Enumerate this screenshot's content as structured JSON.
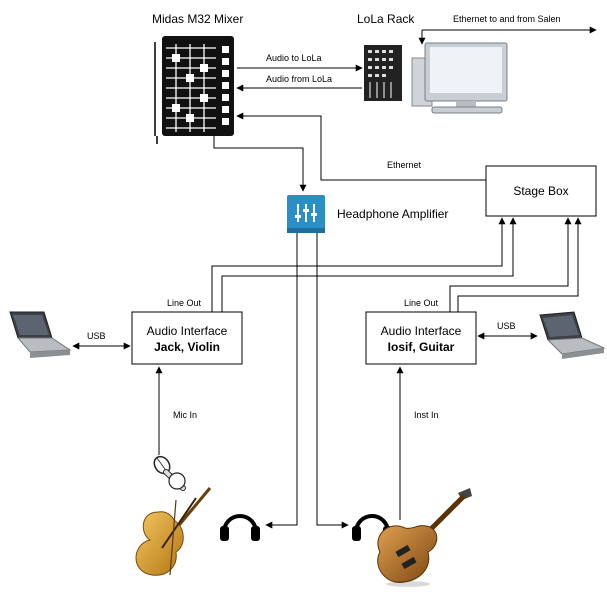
{
  "nodes": {
    "mixer": {
      "label": "Midas M32 Mixer"
    },
    "lola": {
      "label": "LoLa Rack"
    },
    "stage_box": {
      "label": "Stage Box"
    },
    "headphone_amp": {
      "label": "Headphone Amplifier"
    },
    "interface_left": {
      "title": "Audio Interface",
      "subtitle": "Jack, Violin"
    },
    "interface_right": {
      "title": "Audio Interface",
      "subtitle": "Iosif, Guitar"
    }
  },
  "edges": {
    "audio_to_lola": "Audio to LoLa",
    "audio_from_lola": "Audio from LoLa",
    "ethernet_salen": "Ethernet  to and from Salen",
    "ethernet": "Ethernet",
    "line_out_left": "Line Out",
    "line_out_right": "Line Out",
    "usb_left": "USB",
    "usb_right": "USB",
    "mic_in": "Mic In",
    "inst_in": "Inst In"
  },
  "icons": [
    "mixer-icon",
    "rack-icon",
    "desktop-computer-icon",
    "headphone-amp-icon",
    "laptop-icon",
    "microphone-icon",
    "violin-icon",
    "headphones-icon",
    "guitar-icon"
  ],
  "colors": {
    "amp_blue": "#2a8fc7",
    "amp_blue_dark": "#1e6f9c",
    "violin_gold": "#d49a2a",
    "guitar_brown": "#8a5a1c"
  }
}
